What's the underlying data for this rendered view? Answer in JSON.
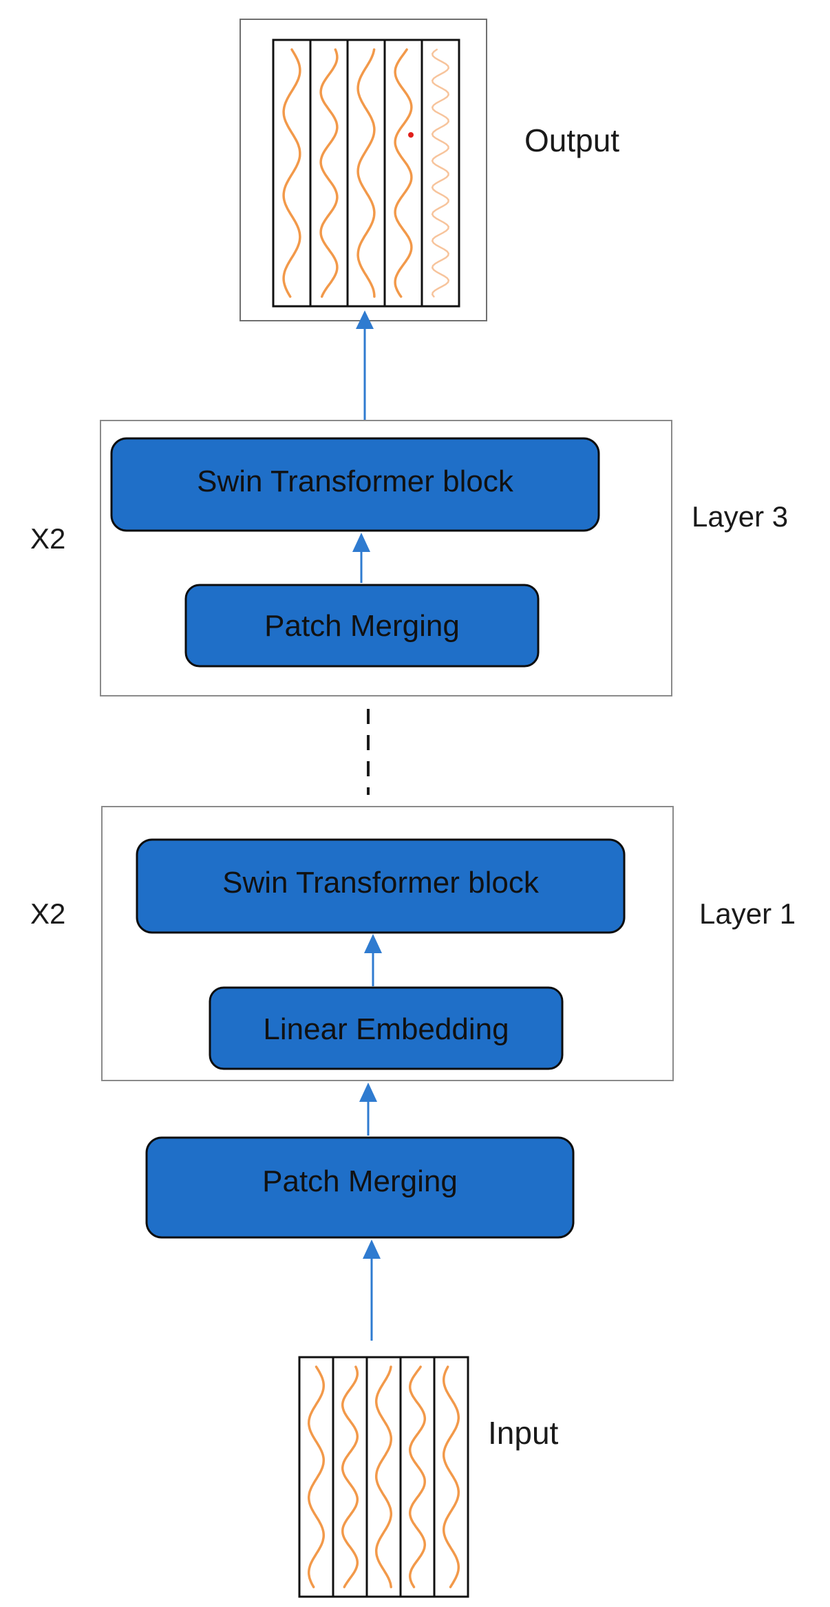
{
  "labels": {
    "output": "Output",
    "input": "Input",
    "layer3": "Layer 3",
    "layer1": "Layer 1",
    "repeat_layer3": "X2",
    "repeat_layer1": "X2"
  },
  "blocks": {
    "layer3_swin": "Swin Transformer block",
    "layer3_patch_merging": "Patch Merging",
    "layer1_swin": "Swin Transformer block",
    "layer1_linear_embedding": "Linear Embedding",
    "patch_merging": "Patch Merging"
  },
  "colors": {
    "block_fill": "#1f6fc8",
    "block_border": "#0d0d0d",
    "arrow": "#2f7bd0",
    "signal": "#f2994a",
    "signal_light": "#f7c49c",
    "frame_border": "#8a8a8a",
    "marker": "#e0201b"
  },
  "signal_strips": {
    "output_count": 5,
    "input_count": 5
  }
}
